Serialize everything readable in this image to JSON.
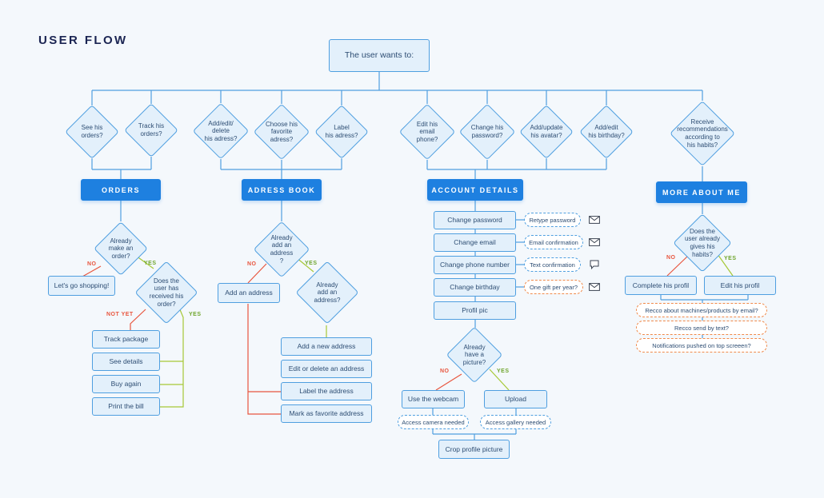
{
  "page_title": "USER FLOW",
  "root": "The user wants to:",
  "sections": {
    "orders": "ORDERS",
    "adress_book": "ADRESS BOOK",
    "account": "ACCOUNT DETAILS",
    "more": "MORE ABOUT ME"
  },
  "top_questions": {
    "see_orders": "See his\norders?",
    "track_orders": "Track his\norders?",
    "add_edit_adress": "Add/edit/\ndelete\nhis adress?",
    "favorite_adress": "Choose his\nfavorite\nadress?",
    "label_adress": "Label\nhis adress?",
    "edit_email_phone": "Edit his\nemail\nphone?",
    "change_password": "Change his\npassword?",
    "update_avatar": "Add/update\nhis avatar?",
    "edit_birthday": "Add/edit\nhis birthday?",
    "recommendations": "Receive\nrecommendations\naccording to\nhis habits?"
  },
  "orders_flow": {
    "q_already_order": "Already\nmake an\norder?",
    "go_shopping": "Let's go shopping!",
    "q_received": "Does the\nuser has\nreceived his\norder?",
    "actions": [
      "Track package",
      "See details",
      "Buy again",
      "Print the bill"
    ],
    "no": "NO",
    "yes": "YES",
    "not_yet": "NOT YET",
    "yes2": "YES"
  },
  "adress_flow": {
    "q_already_added": "Already\nadd an\naddress\n?",
    "add_address": "Add an address",
    "q_already_added2": "Already\nadd an\naddress?",
    "actions": [
      "Add a new address",
      "Edit or delete an address",
      "Label the address",
      "Mark as favorite address"
    ],
    "no": "NO",
    "yes": "YES"
  },
  "account_flow": {
    "items": [
      "Change password",
      "Change email",
      "Change phone number",
      "Change birthday",
      "Profil pic"
    ],
    "notes": [
      "Retype password",
      "Email confirmation",
      "Text confirmation",
      "One gift per year?"
    ],
    "note_icons": [
      "envelope-icon",
      "envelope-icon",
      "speech-bubble-icon",
      "envelope-icon"
    ],
    "q_picture": "Already\nhave a\npicture?",
    "webcam": "Use the webcam",
    "upload": "Upload",
    "camera_note": "Access camera needed",
    "gallery_note": "Access gallery needed",
    "crop": "Crop profile picture",
    "no": "NO",
    "yes": "YES"
  },
  "more_flow": {
    "q_habits": "Does the\nuser already\ngives his\nhabits?",
    "complete": "Complete his profil",
    "edit": "Edit his profil",
    "notes": [
      "Recco about machines/products by email?",
      "Recco send by text?",
      "Notifications pushed on top screeen?"
    ],
    "no": "NO",
    "yes": "YES"
  },
  "colors": {
    "background": "#f4f8fc",
    "line": "#4f9fe0",
    "box_fill": "#e3f0fb",
    "header_fill": "#1e80e0",
    "no_line": "#e8563f",
    "yes_line": "#a6c836",
    "orange_note": "#f08a4b",
    "title": "#1a2452"
  }
}
